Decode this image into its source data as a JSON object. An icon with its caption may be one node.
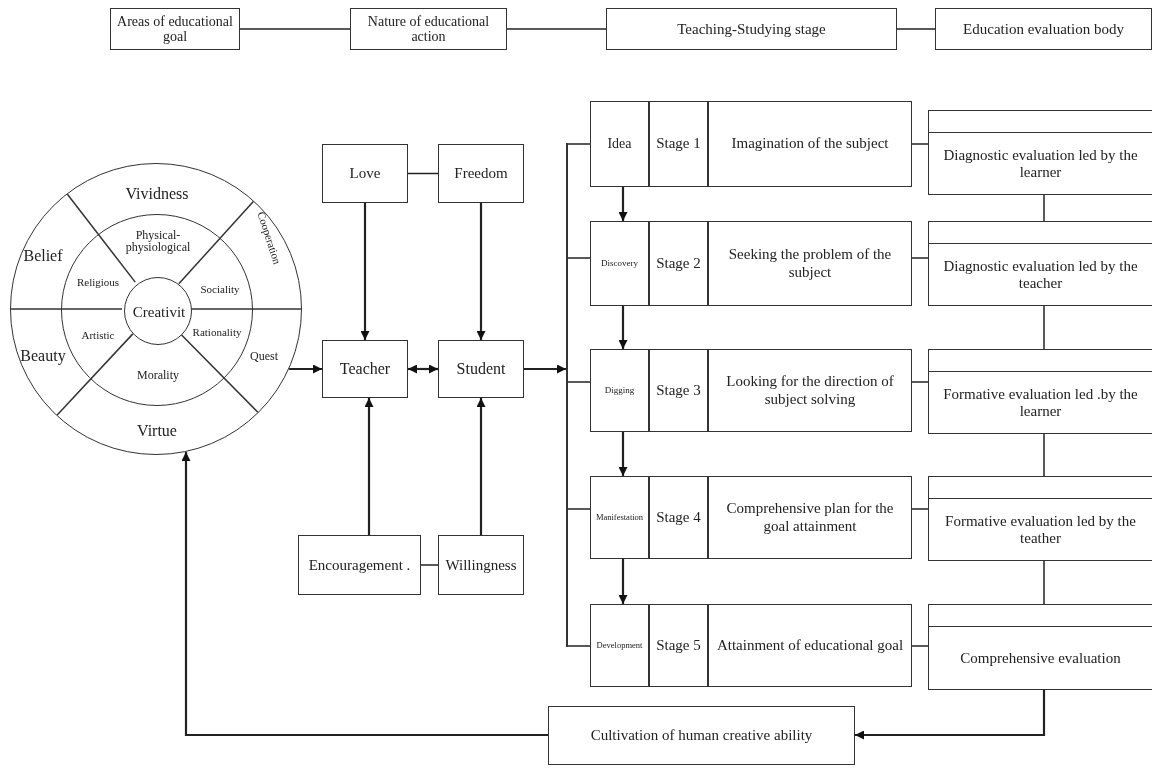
{
  "diagram": {
    "nodes": [
      {
        "text": [
          "Areas of educational goal"
        ]
      },
      {
        "text": [
          "Nature of educational action"
        ]
      },
      {
        "text": [
          "Teaching-Studying stage"
        ]
      },
      {
        "text": [
          "Education evaluation body"
        ]
      },
      {
        "text": [
          "Vividness",
          "Belief",
          "Cooperation",
          "Beauty",
          "Quest",
          "Virtue"
        ]
      },
      {
        "text": [
          "Physical-physiological",
          "Religious",
          "Sociality",
          "Artistic",
          "Rationality",
          "Morality"
        ],
        "in": 4
      },
      {
        "text": [
          "Creativit"
        ],
        "in": 5
      },
      {
        "text": [
          "Love"
        ]
      },
      {
        "text": [
          "Freedom"
        ]
      },
      {
        "text": [
          "Teacher"
        ]
      },
      {
        "text": [
          "Student"
        ]
      },
      {
        "text": [
          "Encouragement ."
        ]
      },
      {
        "text": [
          "Willingness"
        ]
      },
      {
        "text": [
          "Idea",
          "Stage 1",
          "Imagination of the subject"
        ]
      },
      {
        "text": [
          "Discovery",
          "Stage 2",
          "Seeking the problem of the subject"
        ]
      },
      {
        "text": [
          "Digging",
          "Stage 3",
          "Looking for the direction of subject solving"
        ]
      },
      {
        "text": [
          "Manifestation",
          "Stage 4",
          "Comprehensive plan for the goal attainment"
        ]
      },
      {
        "text": [
          "Development",
          "Stage 5",
          "Attainment of educational goal"
        ]
      },
      {
        "text": [
          "Diagnostic evaluation led by the learner"
        ]
      },
      {
        "text": [
          "Diagnostic evaluation led by the teacher"
        ]
      },
      {
        "text": [
          "Formative evaluation led .by the learner"
        ]
      },
      {
        "text": [
          "Formative evaluation led by the teather"
        ]
      },
      {
        "text": [
          "Comprehensive evaluation"
        ]
      },
      {
        "text": [
          "Cultivation of human creative ability"
        ]
      },
      {
        "text": [],
        "shape": "bar"
      }
    ],
    "edges": [
      {
        "from": 0,
        "to": 1,
        "arrow": "none"
      },
      {
        "from": 1,
        "to": 2,
        "arrow": "none"
      },
      {
        "from": 2,
        "to": 3,
        "arrow": "none"
      },
      {
        "from": 4,
        "to": 9,
        "arrow": "to"
      },
      {
        "from": 7,
        "to": 8,
        "arrow": "none"
      },
      {
        "from": 7,
        "to": 9,
        "arrow": "to"
      },
      {
        "from": 8,
        "to": 10,
        "arrow": "to"
      },
      {
        "from": 9,
        "to": 10,
        "arrow": "both"
      },
      {
        "from": 11,
        "to": 9,
        "arrow": "to"
      },
      {
        "from": 12,
        "to": 10,
        "arrow": "to"
      },
      {
        "from": 11,
        "to": 12,
        "arrow": "none"
      },
      {
        "from": 10,
        "to": 24,
        "arrow": "to"
      },
      {
        "from": 24,
        "to": 13,
        "arrow": "none"
      },
      {
        "from": 24,
        "to": 14,
        "arrow": "none"
      },
      {
        "from": 24,
        "to": 15,
        "arrow": "none"
      },
      {
        "from": 24,
        "to": 16,
        "arrow": "none"
      },
      {
        "from": 24,
        "to": 17,
        "arrow": "none"
      },
      {
        "from": 13,
        "to": 14,
        "arrow": "to"
      },
      {
        "from": 14,
        "to": 15,
        "arrow": "to"
      },
      {
        "from": 15,
        "to": 16,
        "arrow": "to"
      },
      {
        "from": 16,
        "to": 17,
        "arrow": "to"
      },
      {
        "from": 13,
        "to": 18,
        "arrow": "none"
      },
      {
        "from": 14,
        "to": 19,
        "arrow": "none"
      },
      {
        "from": 15,
        "to": 20,
        "arrow": "none"
      },
      {
        "from": 16,
        "to": 21,
        "arrow": "none"
      },
      {
        "from": 17,
        "to": 22,
        "arrow": "none"
      },
      {
        "from": 18,
        "to": 19,
        "arrow": "none"
      },
      {
        "from": 19,
        "to": 20,
        "arrow": "none"
      },
      {
        "from": 20,
        "to": 21,
        "arrow": "none"
      },
      {
        "from": 21,
        "to": 22,
        "arrow": "none"
      },
      {
        "from": 22,
        "to": 23,
        "arrow": "to"
      },
      {
        "from": 23,
        "to": 4,
        "arrow": "to"
      }
    ]
  }
}
